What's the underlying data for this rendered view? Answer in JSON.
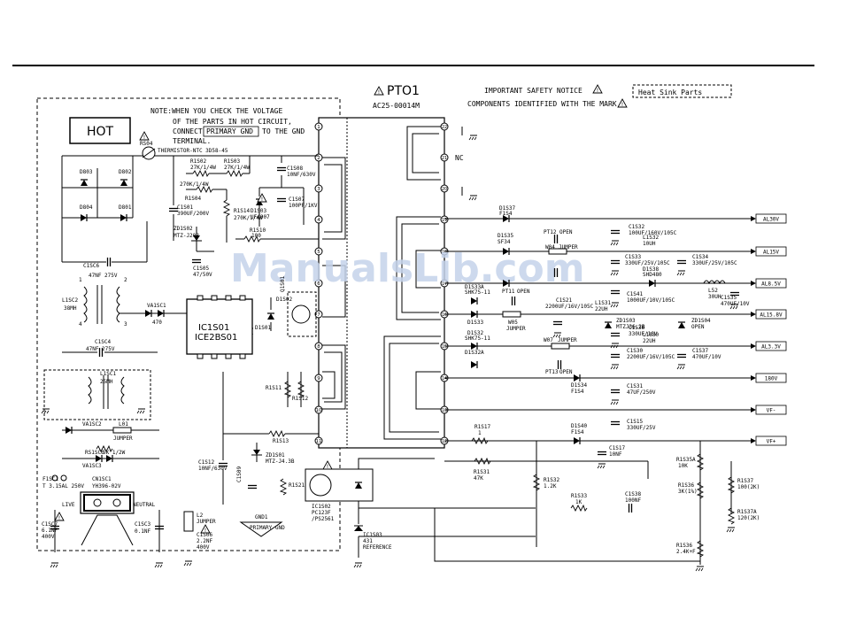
{
  "note": {
    "line1": "NOTE:WHEN YOU CHECK THE VOLTAGE",
    "line2": "OF THE PARTS IN HOT CIRCUIT,",
    "line3a": "CONNECT",
    "line3b": "PRIMARY GND",
    "line3c": "TO THE GND",
    "line4": "TERMINAL."
  },
  "hot_label": "HOT",
  "transformer": {
    "ref": "PTO1",
    "part": "AC25-00014M"
  },
  "safety": {
    "line1": "IMPORTANT SAFETY NOTICE",
    "line2": "COMPONENTS IDENTIFIED WITH THE MARK"
  },
  "heat_sink": "Heat Sink Parts",
  "watermark": "ManualsLib.com",
  "ic": {
    "line1": "IC1S01",
    "line2": "ICE2BS01"
  },
  "nc_label": "NC",
  "pins": [
    "1",
    "2",
    "3",
    "4",
    "5",
    "6",
    "7",
    "8",
    "9",
    "10",
    "11"
  ],
  "sec_pins": [
    "22",
    "21",
    "20",
    "19",
    "18",
    "17",
    "16",
    "15",
    "14",
    "13",
    "12"
  ],
  "outputs": [
    "AL30V",
    "AL15V",
    "AL8.5V",
    "AL15.8V",
    "AL3.3V",
    "180V",
    "VF-",
    "VF+"
  ],
  "components": {
    "r804": "RS04",
    "thermistor": "THERMISTOR-NTC 3D58-45",
    "d803": "D803",
    "d802": "D802",
    "d804": "D804",
    "d801": "D801",
    "c1sc6": "C1SC6",
    "c1sc6v": "47NF 275V",
    "l1sc2": "L1SC2",
    "l1sc2v": "38MH",
    "c1sc4": "C1SC4",
    "c1sc4v": "47NF 275V",
    "l1sc1": "L1SC1",
    "l1sc1v": "25MH",
    "va1sc1": "VA1SC1",
    "va1sc2": "VA1SC2",
    "va1sc3": "VA1SC3",
    "l01": "L01",
    "l01v": "JUMPER",
    "rs1sc6": "RS1SC6",
    "rs1sc6v": "5K 1/2W",
    "cn1sc1": "CN1SC1",
    "cn1sc1v": "YH396-02V",
    "f1sc1": "F1SC1",
    "f1sc1v": "T 3.15AL 250V",
    "live": "LIVE",
    "neutral": "NEUTRAL",
    "c1sc7": "C1SC7",
    "c1sc7v": "6.1NF",
    "c1sc7w": "400V",
    "c1sc3": "C1SC3",
    "c1sc3v": "0.1NF",
    "c1s01": "C1S01",
    "c1s01v": "390UF/200V",
    "r1s02": "R1S02",
    "r1s03": "R1S03",
    "r1s04": "R1S04",
    "zd1s02": "ZD1S02",
    "zd1s02v": "MTZ-J20B",
    "c1s08": "C1S08",
    "c1s08v": "10NF/630V",
    "d1s03": "D1S03",
    "d1s03v": "UF4007",
    "c1s07": "C1S07",
    "c1s07v": "100PF/1KV",
    "r1s14": "R1S14",
    "r1s10": "R1S10",
    "q1s01": "Q1S01",
    "d1s02": "D1S02",
    "d1s01": "D1S01",
    "c1s05": "C1S05",
    "c1s05v": "47/50V",
    "r1s11": "R1S11",
    "r1s12": "R1S12",
    "r1s13": "R1S13",
    "zd1s01": "ZD1S01",
    "zd1s01v": "MTZ-J4.3B",
    "c1s12": "C1S12",
    "c1s12v": "10NF/630V",
    "c1s09": "C1S09",
    "r1s21": "R1S21",
    "l2": "L2",
    "l2v": "JUMPER",
    "c1s06": "C1S06",
    "c1s06v": "2.2NF",
    "c1s06w": "400V",
    "gnd": "GND1",
    "gnd_sym": "PRIMARY GND",
    "ic1s02": "IC1S02",
    "ic1s02v": "PC123F",
    "ic1s02w": "/PS2561",
    "ic1s03": "IC1S03",
    "ic1s03v": "431",
    "ic1s03w": "REFERENCE",
    "d1s37": "D1S37",
    "d1s37v": "F1S4",
    "d1s35": "D1S35",
    "d1s35v": "SF34",
    "d1s33a": "D1S33A",
    "d1s33b": "D1S33",
    "d1s33v": "SHK75-11",
    "d1s32a": "D1S32A",
    "d1s32b": "D1S32",
    "d1s32v": "SHK75-11",
    "pt11": "PT11",
    "pt11v": "OPEN",
    "pt12": "PT12",
    "pt12v": "OPEN",
    "pt13": "PT13",
    "pt13v": "OPEN",
    "w04": "W04",
    "w05": "W05",
    "w07": "W07",
    "jumper": "JUMPER",
    "c1s32": "C1S32",
    "c1s32v": "100UF/160V/105C",
    "l1s32": "L1S32",
    "l1s32v": "10UH",
    "c1s33": "C1S33",
    "c1s33v": "330UF/25V/105C",
    "c1s34": "C1S34",
    "c1s34v": "330UF/25V/105C",
    "d1s38": "D1S38",
    "d1s38v": "SHD480",
    "l52": "L52",
    "l52v": "30UH",
    "c1s41": "C1S41",
    "c1s41v": "1000UF/10V/105C",
    "c1s35": "C1S35",
    "c1s35v": "470UF/10V",
    "c1s21": "C1S21",
    "c1s21v": "2200UF/16V/105C",
    "l1s31": "L1S31",
    "l1s31v": "22UH",
    "zd1s03": "ZD1S03",
    "zd1s03v": "MTZJ36.2B",
    "zd1s04": "ZD1S04",
    "zd1s04v": "OPEN",
    "c1s36": "C1S36",
    "c1s36v": "330UF/16V",
    "l1s30": "L1S30",
    "l1s30v": "22UH",
    "c1s30": "C1S30",
    "c1s30v": "2200UF/16V/105C",
    "c1s37": "C1S37",
    "c1s37v": "470UF/10V",
    "d1s34": "D1S34",
    "d1s34v": "F1S4",
    "c1s31": "C1S31",
    "c1s31v": "47UF/250V",
    "r1s17": "R1S17",
    "r1s17v": "1",
    "c1s15": "C1S15",
    "c1s15v": "330UF/25V",
    "d1s40": "D1S40",
    "d1s40v": "F1S4",
    "c1s17": "C1S17",
    "c1s17v": "10NF",
    "r1s31": "R1S31",
    "r1s31v": "47K",
    "r1s32": "R1S32",
    "r1s32v": "1.2K",
    "r1s33": "R1S33",
    "r1s33v": "1K",
    "c1s38": "C1S38",
    "c1s38v": "100NF",
    "r1s35a": "R1S35A",
    "r1s35av": "10K",
    "r1s36": "R1S36",
    "r1s36v": "3K(1%)",
    "r1s37": "R1S37",
    "r1s37v": "100(2K)",
    "r1s37a": "R1S37A",
    "r1s37av": "120(2K)",
    "r1s36b": "R1S36",
    "r1s36bv": "2.4K+F"
  }
}
